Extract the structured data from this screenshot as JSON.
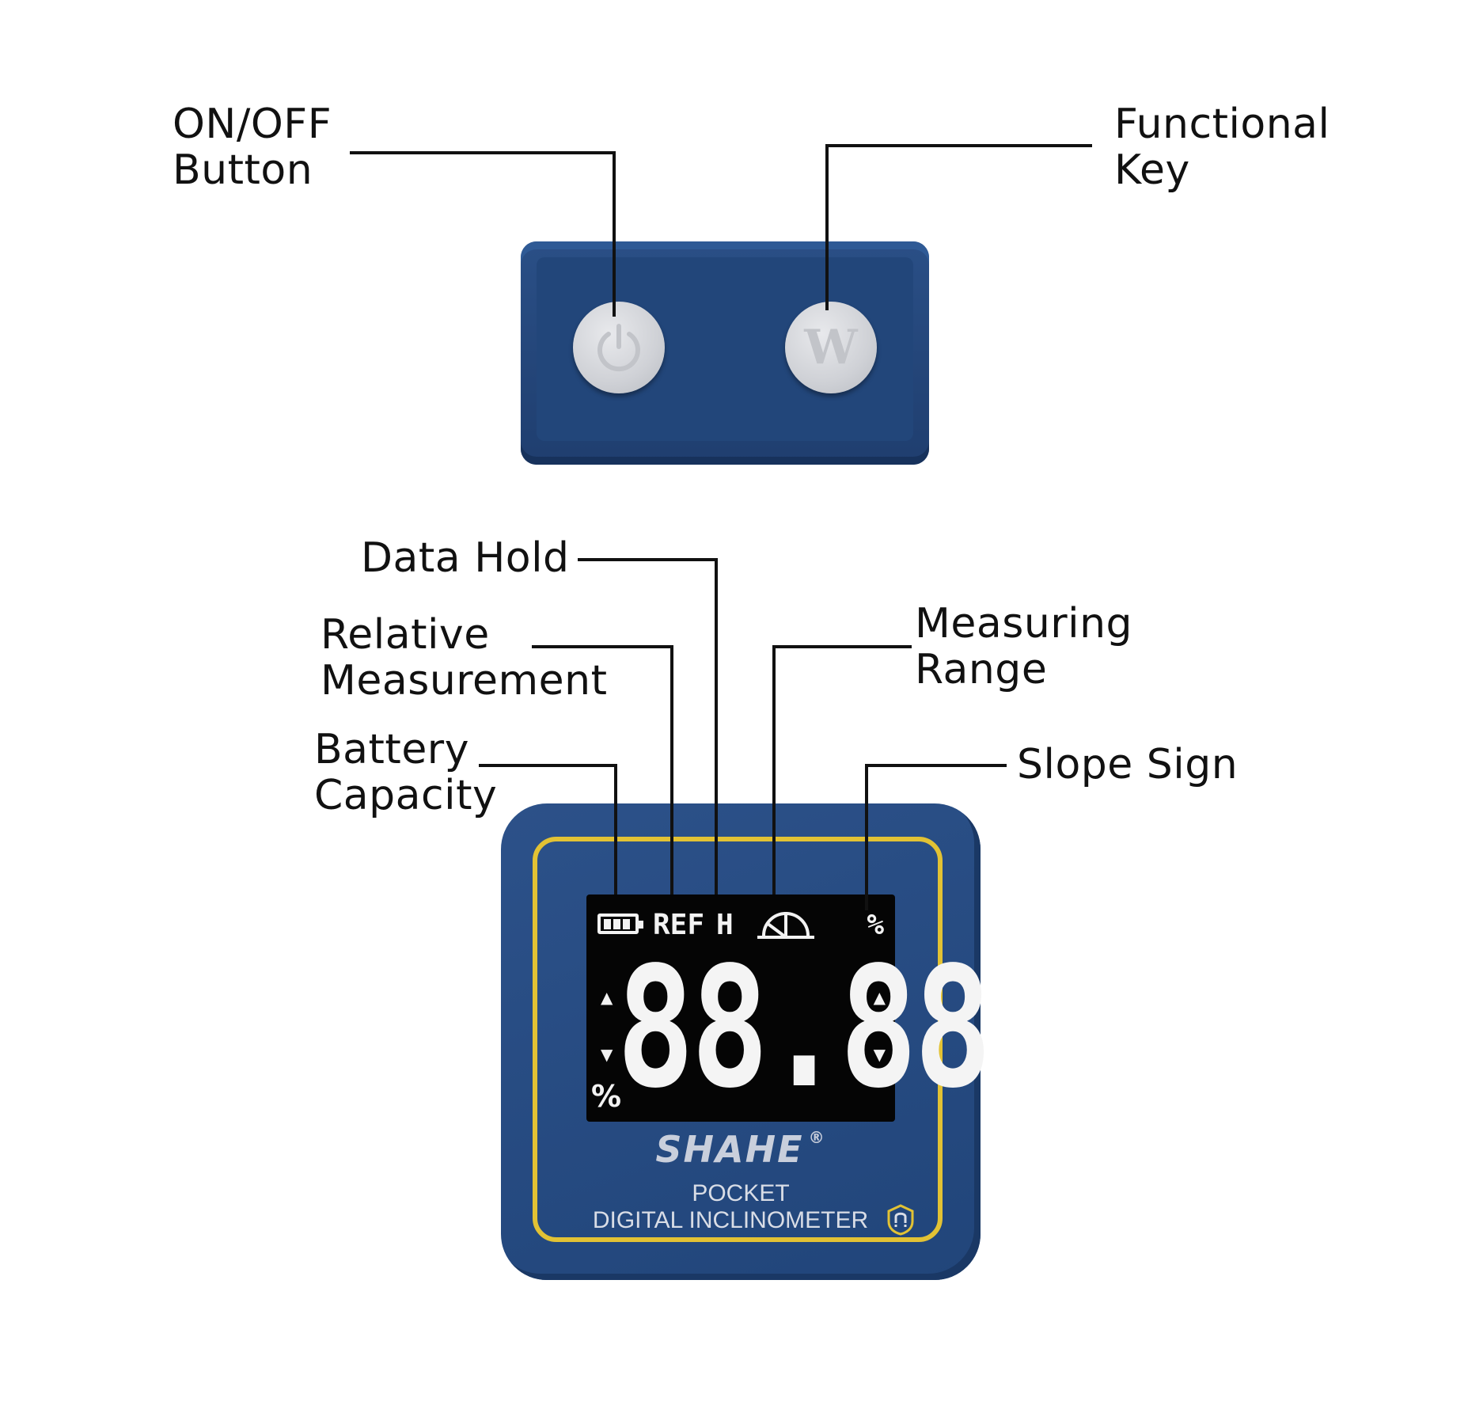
{
  "labels": {
    "on_off": "ON/OFF\nButton",
    "functional_key": "Functional\nKey",
    "data_hold": "Data Hold",
    "relative_measurement": "Relative\nMeasurement",
    "battery_capacity": "Battery\nCapacity",
    "measuring_range": "Measuring\nRange",
    "slope_sign": "Slope Sign"
  },
  "buttons": {
    "w_key": "W"
  },
  "lcd": {
    "ref": "REF",
    "hold": "H",
    "percent_top": "%",
    "percent_left": "%",
    "digits": "88.88"
  },
  "device": {
    "brand": "SHAHE",
    "registered": "®",
    "line1": "POCKET",
    "line2": "DIGITAL INCLINOMETER"
  },
  "colors": {
    "body": "#22467a",
    "frame": "#e2c234",
    "lcd": "#050505"
  }
}
